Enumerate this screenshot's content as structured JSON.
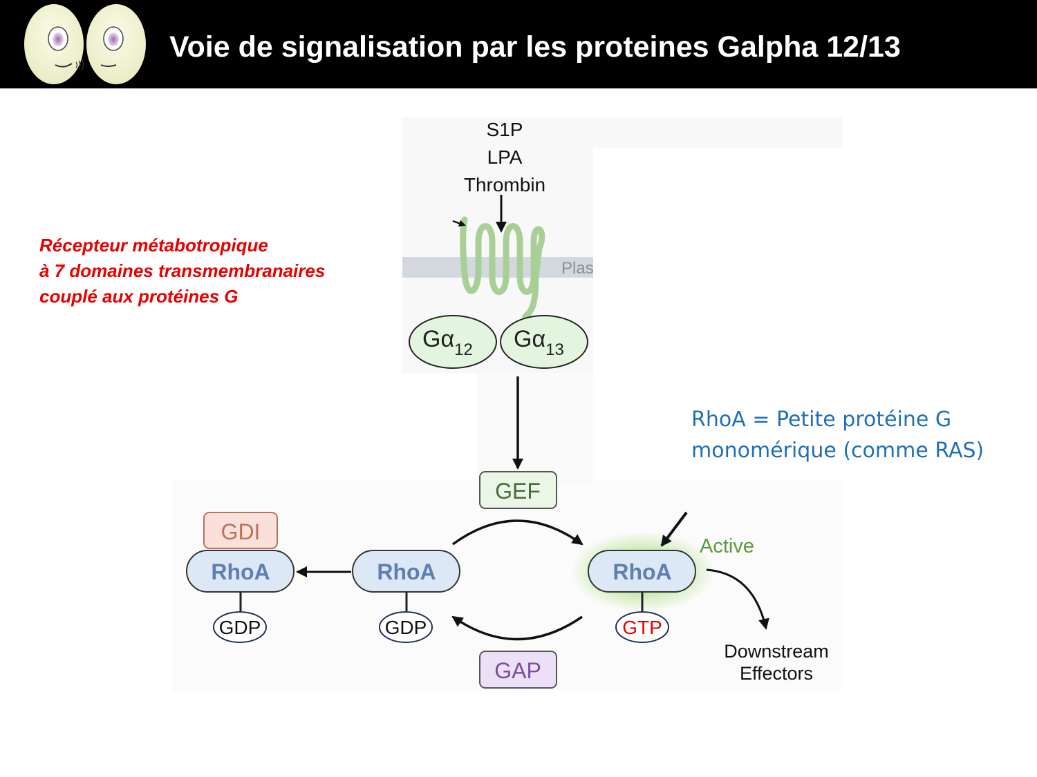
{
  "header": {
    "title": "Voie de signalisation par les proteines Galpha 12/13"
  },
  "colors": {
    "header_bg": "#000000",
    "red_note": "#e60000",
    "blue_note": "#1f6fb5",
    "rhoa_fill": "#dde8f7",
    "rhoa_text": "#5e7fb0",
    "galpha_fill": "#e4f5df",
    "gef_fill": "#eaf6e6",
    "gdi_fill": "#fae0d8",
    "gap_fill": "#ece0f7",
    "gtp_text": "#e60000"
  },
  "notes": {
    "receptor_lines": [
      "Récepteur métabotropique",
      "à 7 domaines transmembranaires",
      "couplé aux protéines G"
    ],
    "rhoa_lines": [
      "RhoA = Petite protéine G",
      "monomérique (comme RAS)"
    ]
  },
  "diagram": {
    "ligands": [
      "S1P",
      "LPA",
      "Thrombin"
    ],
    "membrane_label": "Plas",
    "galpha12": {
      "symbol": "Gα",
      "subscript": "12"
    },
    "galpha13": {
      "symbol": "Gα",
      "subscript": "13"
    },
    "gef": "GEF",
    "gap": "GAP",
    "gdi": "GDI",
    "rhoa_left": "RhoA",
    "rhoa_middle": "RhoA",
    "rhoa_active": "RhoA",
    "gdp_left": "GDP",
    "gdp_middle": "GDP",
    "gtp": "GTP",
    "active_label": "Active",
    "downstream": [
      "Downstream",
      "Effectors"
    ]
  }
}
